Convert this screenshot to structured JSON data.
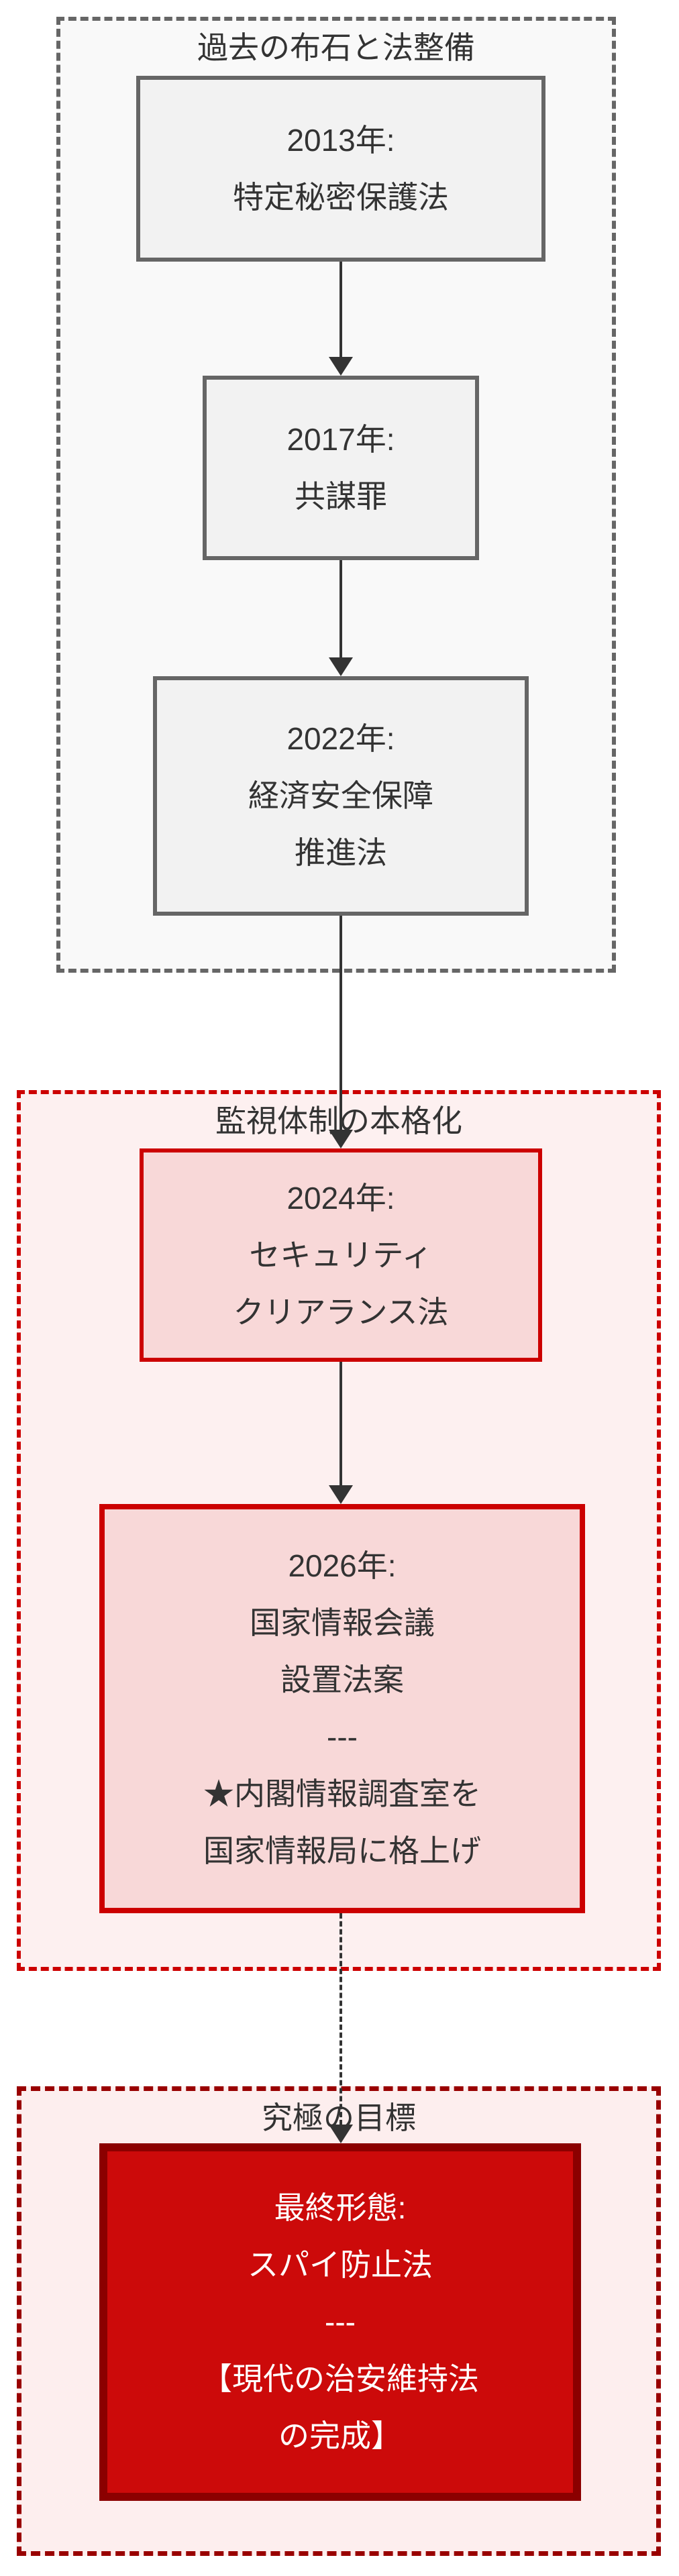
{
  "colors": {
    "canvas_bg": "#ffffff",
    "text_dark": "#333333",
    "edge_color": "#333333",
    "past_section_bg": "#f9f9f9",
    "past_dash": "#666666",
    "past_box_bg": "#f2f2f2",
    "past_box_border": "#666666",
    "present_section_bg": "#fdf0f0",
    "present_dash": "#cc0000",
    "present_box_bg": "#f8d8d8",
    "present_box_border": "#cc0000",
    "goal_section_bg": "#fdeeee",
    "goal_dash": "#990000",
    "final_box_bg": "#cc0a0a",
    "final_box_border": "#8b0000",
    "final_text": "#ffffff"
  },
  "sections": [
    {
      "id": "past",
      "title": "過去の布石と法整備"
    },
    {
      "id": "present",
      "title": "監視体制の本格化"
    },
    {
      "id": "goal",
      "title": "究極の目標"
    }
  ],
  "nodes": [
    {
      "id": "2013",
      "lines": [
        "2013年:",
        "特定秘密保護法"
      ]
    },
    {
      "id": "2017",
      "lines": [
        "2017年:",
        "共謀罪"
      ]
    },
    {
      "id": "2022",
      "lines": [
        "2022年:",
        "経済安全保障",
        "推進法"
      ]
    },
    {
      "id": "2024",
      "lines": [
        "2024年:",
        "セキュリティ",
        "クリアランス法"
      ]
    },
    {
      "id": "2026",
      "lines": [
        "2026年:",
        "国家情報会議",
        "設置法案",
        "---",
        "★内閣情報調査室を",
        "国家情報局に格上げ"
      ]
    },
    {
      "id": "final",
      "lines": [
        "最終形態:",
        "スパイ防止法",
        "---",
        "【現代の治安維持法",
        "の完成】"
      ]
    }
  ],
  "edges": [
    {
      "from": "2013",
      "to": "2017",
      "style": "solid"
    },
    {
      "from": "2017",
      "to": "2022",
      "style": "solid"
    },
    {
      "from": "2022",
      "to": "2024",
      "style": "solid"
    },
    {
      "from": "2024",
      "to": "2026",
      "style": "solid"
    },
    {
      "from": "2026",
      "to": "final",
      "style": "dotted"
    }
  ]
}
